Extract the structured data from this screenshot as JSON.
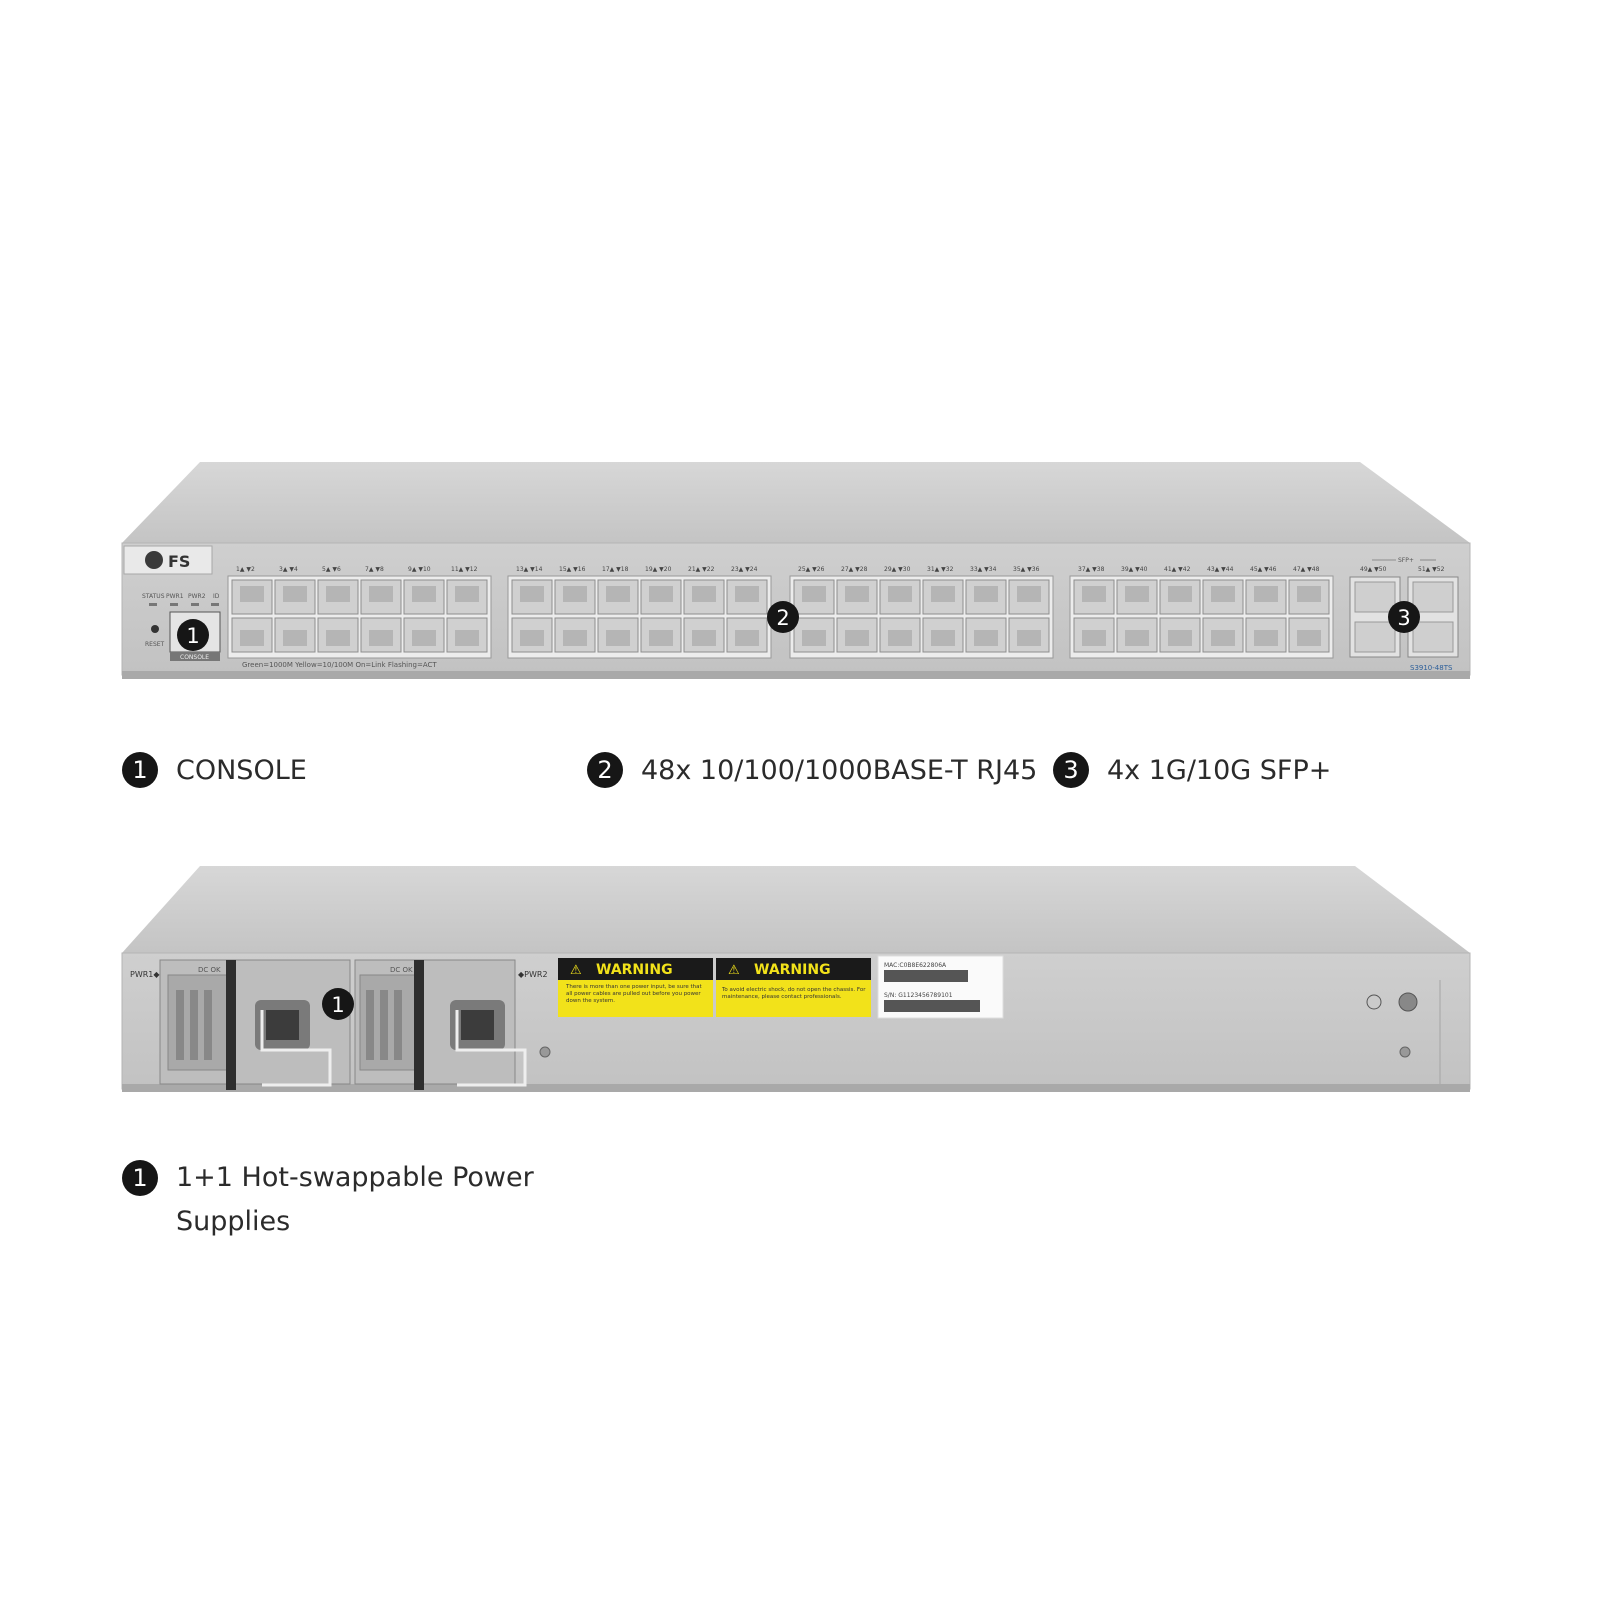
{
  "front_panel": {
    "brand": "FS",
    "led_labels": [
      "STATUS",
      "PWR1",
      "PWR2",
      "ID"
    ],
    "reset_label": "RESET",
    "console_label": "CONSOLE",
    "led_legend": "Green=1000M   Yellow=10/100M   On=Link   Flashing=ACT",
    "sfp_group_label": "SFP+",
    "sfp_port_labels": [
      "49▲ ▼50",
      "51▲ ▼52"
    ],
    "model": "S3910-48TS",
    "port_label_groups": [
      [
        "1▲ ▼2",
        "3▲ ▼4",
        "5▲ ▼6",
        "7▲ ▼8",
        "9▲ ▼10",
        "11▲ ▼12"
      ],
      [
        "13▲ ▼14",
        "15▲ ▼16",
        "17▲ ▼18",
        "19▲ ▼20",
        "21▲ ▼22",
        "23▲ ▼24"
      ],
      [
        "25▲ ▼26",
        "27▲ ▼28",
        "29▲ ▼30",
        "31▲ ▼32",
        "33▲ ▼34",
        "35▲ ▼36"
      ],
      [
        "37▲ ▼38",
        "39▲ ▼40",
        "41▲ ▼42",
        "43▲ ▼44",
        "45▲ ▼46",
        "47▲ ▼48"
      ]
    ],
    "callouts": [
      "1",
      "2",
      "3"
    ]
  },
  "front_legend": [
    {
      "num": "1",
      "text": "CONSOLE"
    },
    {
      "num": "2",
      "text": "48x 10/100/1000BASE-T RJ45"
    },
    {
      "num": "3",
      "text": "4x 1G/10G SFP+"
    }
  ],
  "back_panel": {
    "pwr1_label": "PWR1◆",
    "pwr2_label": "◆PWR2",
    "psu_label": "DC OK",
    "warning_title": "WARNING",
    "warning1_text": "There is more than one power input, be sure that all power cables are pulled out before you power down the system.",
    "warning2_text": "To avoid electric shock, do not open the chassis. For maintenance, please contact professionals.",
    "mac_label": "MAC:C0B8E622806A",
    "sn_label": "S/N: G1123456789101",
    "callout": "1",
    "colors": {
      "warning_yellow": "#f2e21a",
      "warning_black": "#1a1a1a",
      "chassis": "#c8c8c8"
    }
  },
  "back_legend": [
    {
      "num": "1",
      "text": "1+1 Hot-swappable Power Supplies"
    }
  ]
}
